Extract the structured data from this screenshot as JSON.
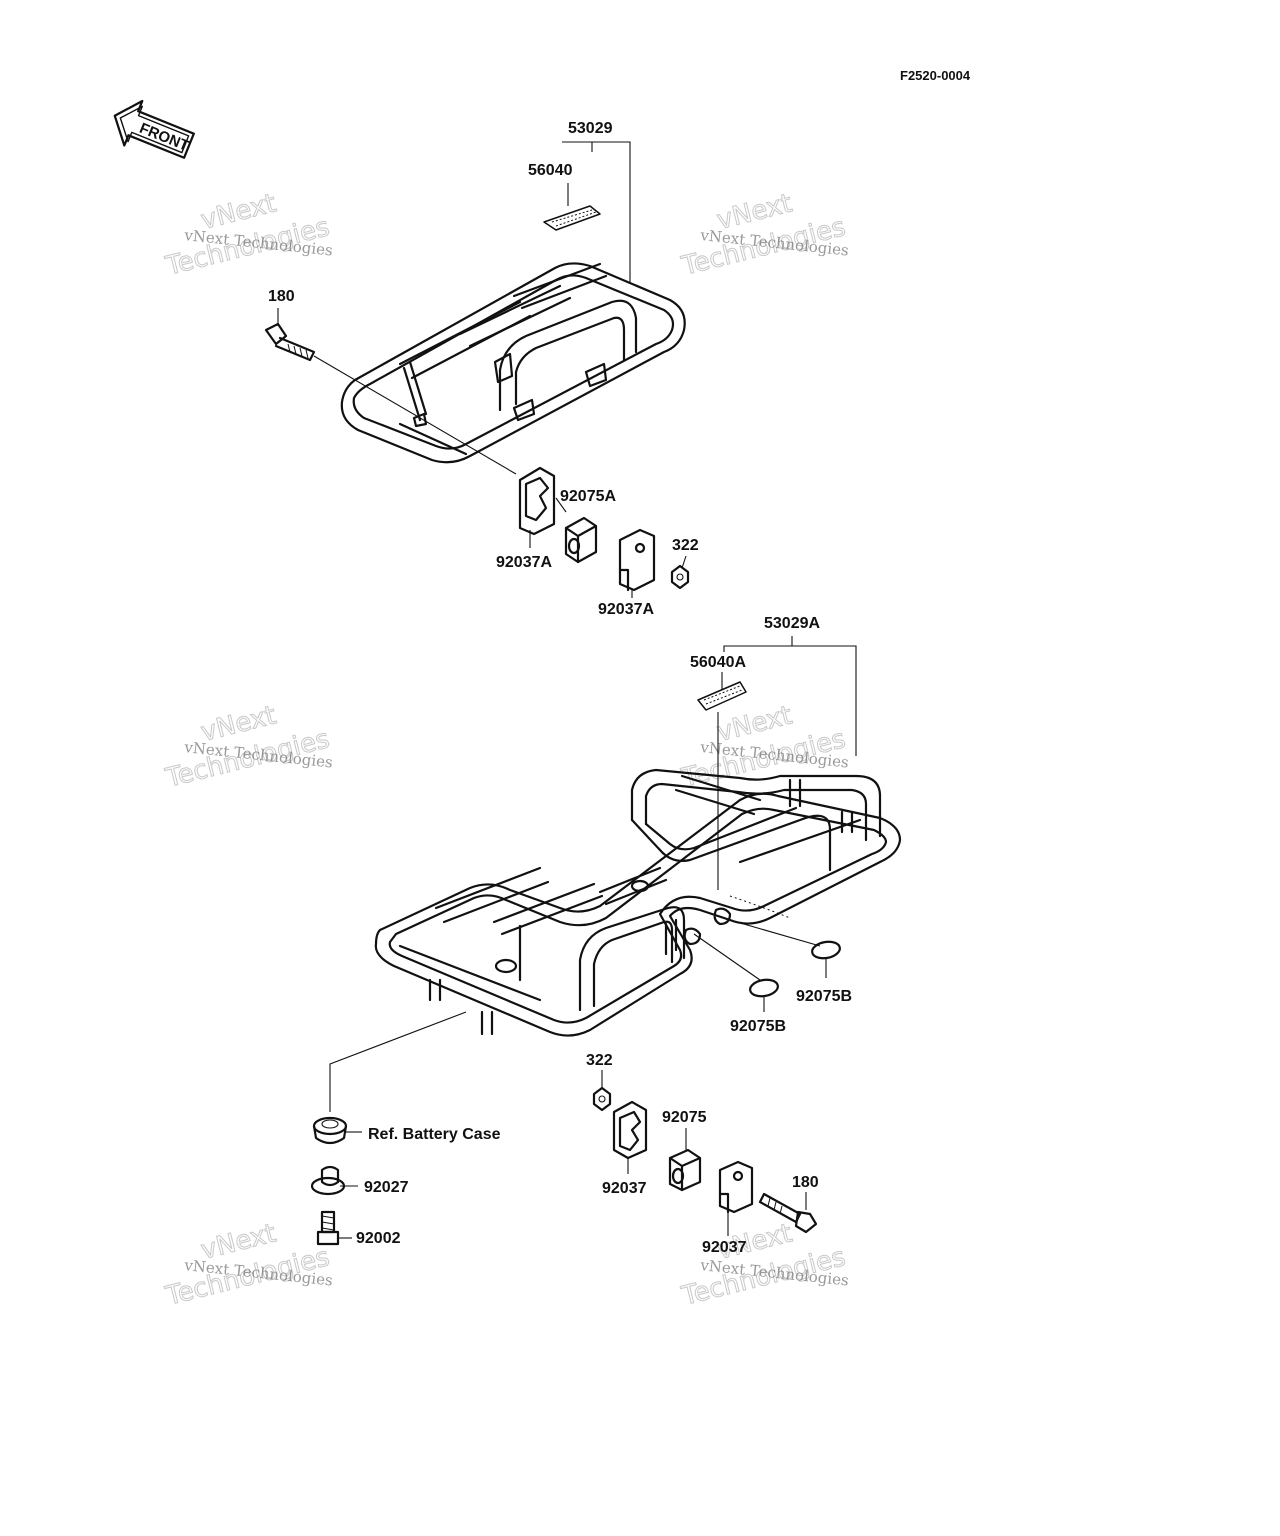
{
  "drawing_code": "F2520-0004",
  "front_arrow_label": "FRONT",
  "watermark": {
    "line1": "vNext Technologies",
    "line2": "Technologies",
    "line3": "vNext"
  },
  "callouts": {
    "c53029": "53029",
    "c56040": "56040",
    "c180_top": "180",
    "c92075A": "92075A",
    "c92037A_left": "92037A",
    "c322_top": "322",
    "c92037A_right": "92037A",
    "c53029A": "53029A",
    "c56040A": "56040A",
    "c92075B_right": "92075B",
    "c92075B_left": "92075B",
    "c322_bottom": "322",
    "c92075": "92075",
    "c_ref_battery": "Ref. Battery Case",
    "c92037_left": "92037",
    "c92027": "92027",
    "c180_bottom": "180",
    "c92002": "92002",
    "c92037_right": "92037"
  }
}
